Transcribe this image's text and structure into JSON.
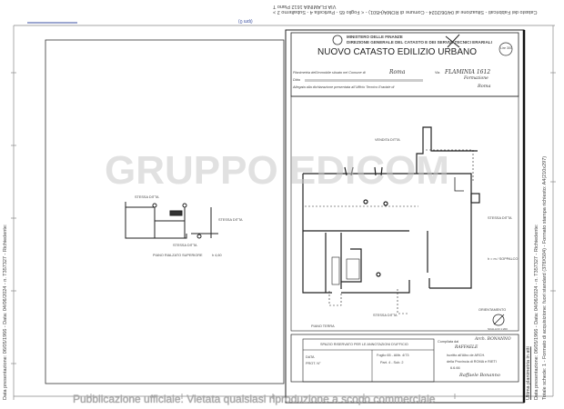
{
  "header_strip": {
    "line1": "Catasto dei Fabbricati - Situazione al 04/06/2024 - Comune di ROMA(H501) - < Foglio 65 - Particella 4 - Subalterno 2 >",
    "line2": "VIA FLAMINIA 1612 Piano T",
    "scale_tag": "(ipm 0)"
  },
  "side_left": "Data presentazione: 06/05/1966 - Data: 04/06/2024 - n. T357327 - Richiedente:",
  "side_right": {
    "line1": "Ultima planimetria in atti",
    "line2": "Data presentazione: 06/05/1966 - Data: 04/06/2024 - n. T357327 - Richiedente:",
    "line3": "Totale schede: 1 - Formato di acquisizione: fuori standard (378X504) - Formato stampa richiesto: A4(210x297)"
  },
  "form": {
    "ministry": "MINISTERO DELLE FINANZE",
    "direction": "DIREZIONE GENERALE DEL CATASTO E DEI SERVIZI TECNICI ERARIALI",
    "title": "NUOVO CATASTO EDILIZIO URBANO",
    "price": "Lire 300",
    "row1_label": "Planimetria dell'immobile situato nel Comune di",
    "row1_comune": "Roma",
    "row1_via_label": "Via",
    "row1_via": "FLAMINIA 1612",
    "row2_label": "Ditta",
    "row2_value": "Formazione",
    "row3_label": "Allegata alla dichiarazione presentata all'Ufficio Tecnico Erariale di",
    "row3_value": "Roma"
  },
  "plan": {
    "left_labels": [
      "STESSA DITTA",
      "STESSA DITTA",
      "STESSA DITTA",
      "PIANO RIALZATO SUPERIORE",
      "h 4,60"
    ],
    "north_label": "VENDITA DITTA",
    "east_label": "STESSA DITTA",
    "south_label": "STESSA DITTA",
    "floor_label": "PIANO TERRA",
    "height_label": "h = m / SOPPALCO",
    "orientation": "ORIENTAMENTO",
    "scale": "SCALA DI 1:200"
  },
  "footer_box": {
    "reserved": "SPAZIO RISERVATO PER LE ANNOTAZIONI D'UFFICIO",
    "data_label": "DATA",
    "prot_label": "PROT. N°",
    "foglio": "Foglio 65 - Allib. 4/73",
    "part": "Part. 4 - Sub. 2",
    "compiled_label": "Compilata dal",
    "compiled_by": "Arch. BONANNO",
    "compiled_name": "RAFFAELE",
    "albo": "Iscritto all'Albo de ARCH.",
    "provincia": "della Provincia di ROMA e RIETI",
    "date": "6.6.66",
    "firma": "Raffaele Bonanno"
  },
  "watermark": {
    "logo": "GRUPPO EDICOM",
    "notice": "Pubblicazione ufficiale. Vietata qualsiasi riproduzione a scopo commerciale"
  }
}
